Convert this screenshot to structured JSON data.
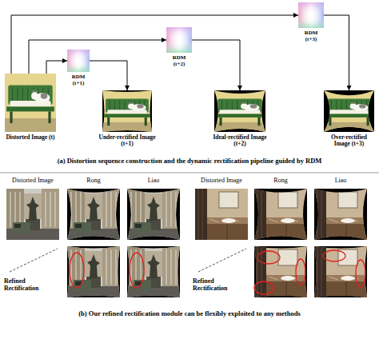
{
  "diagram": {
    "nodes": [
      {
        "text": [
          "Distorted Image (t)"
        ]
      },
      {
        "text": [
          "RDM (t+1)"
        ]
      },
      {
        "text": [
          "Under-rectified Image (t+1)"
        ]
      },
      {
        "text": [
          "RDM (t+2)"
        ]
      },
      {
        "text": [
          "Ideal-rectified Image (t+2)"
        ]
      },
      {
        "text": [
          "RDM (t+3)"
        ]
      },
      {
        "text": [
          "Over-rectified Image (t+3)"
        ]
      }
    ],
    "edges": [
      {
        "from": 0,
        "to": 1,
        "arrow": "to"
      },
      {
        "from": 1,
        "to": 2,
        "arrow": "to"
      },
      {
        "from": 0,
        "to": 3,
        "arrow": "to"
      },
      {
        "from": 3,
        "to": 4,
        "arrow": "to"
      },
      {
        "from": 0,
        "to": 5,
        "arrow": "to"
      },
      {
        "from": 5,
        "to": 6,
        "arrow": "to"
      }
    ],
    "labels": [
      "(a) Distortion sequence construction and the dynamic rectification pipeline guided by RDM",
      "Distorted Image",
      "Rong",
      "Liao",
      "Distorted Image",
      "Rong",
      "Liao",
      "Refined Rectification",
      "Refined Rectification",
      "(b) Our refined rectification module can be flexibly exploited to any methods"
    ]
  }
}
